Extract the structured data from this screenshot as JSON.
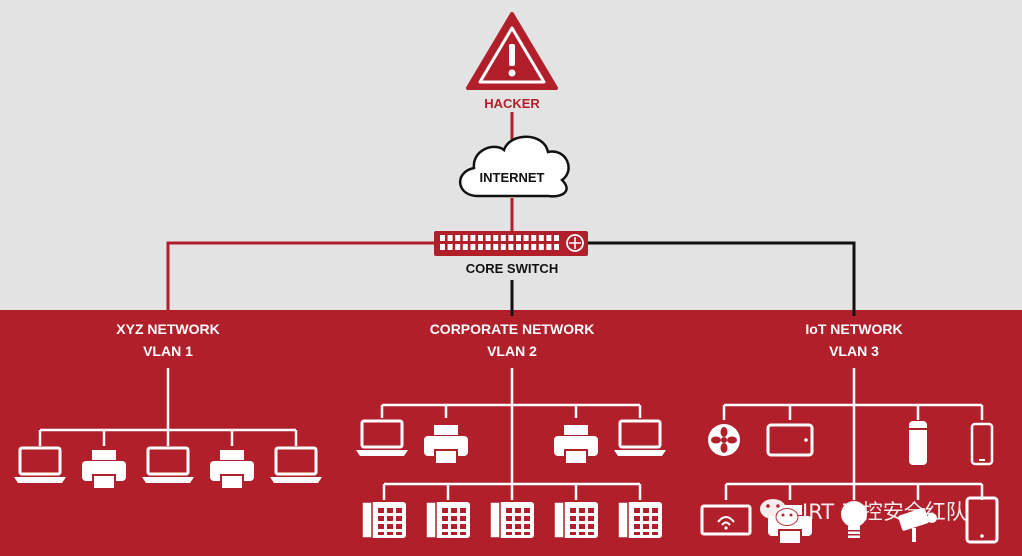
{
  "colors": {
    "background_top": "#e3e3e3",
    "background_bottom": "#b11f2b",
    "accent_red": "#b11f2b",
    "link_black": "#111111",
    "device_white": "#ffffff"
  },
  "hacker": {
    "label": "HACKER",
    "icon": "warning-triangle-icon"
  },
  "internet": {
    "label": "INTERNET",
    "icon": "cloud-icon"
  },
  "core_switch": {
    "label": "CORE SWITCH",
    "icon": "switch-icon"
  },
  "networks": [
    {
      "name": "XYZ NETWORK",
      "vlan": "VLAN 1",
      "link_color": "red",
      "devices": [
        "laptop-icon",
        "printer-icon",
        "laptop-icon",
        "printer-icon",
        "laptop-icon"
      ]
    },
    {
      "name": "CORPORATE NETWORK",
      "vlan": "VLAN 2",
      "link_color": "black",
      "devices_top": [
        "laptop-icon",
        "printer-icon",
        "printer-icon",
        "laptop-icon"
      ],
      "devices_bottom": [
        "phone-icon",
        "phone-icon",
        "phone-icon",
        "phone-icon",
        "phone-icon"
      ]
    },
    {
      "name": "IoT NETWORK",
      "vlan": "VLAN 3",
      "link_color": "black",
      "devices_top": [
        "fan-icon",
        "tablet-icon",
        "smart-speaker-icon",
        "smartphone-icon"
      ],
      "devices_bottom": [
        "wifi-tv-icon",
        "printer-icon",
        "light-bulb-icon",
        "camera-icon",
        "tablet-icon"
      ]
    }
  ],
  "watermark": {
    "text": "IRT 工控安全红队",
    "icon": "wechat-logo-icon"
  }
}
